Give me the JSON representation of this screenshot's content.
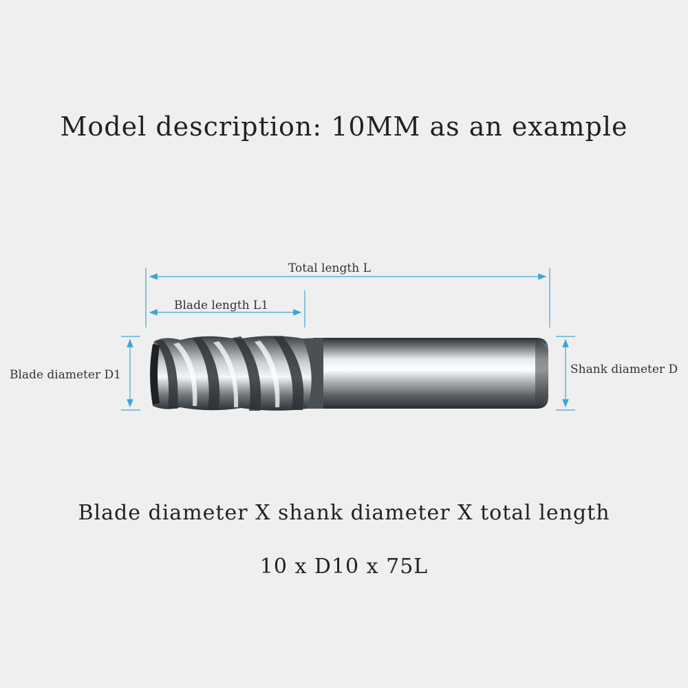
{
  "header": {
    "title": "Model description: 10MM as an example"
  },
  "diagram": {
    "labels": {
      "total_length": "Total length L",
      "blade_length": "Blade length L1",
      "blade_diameter": "Blade diameter D1",
      "shank_diameter": "Shank diameter D"
    },
    "colors": {
      "dimension_line": "#3aa6d8",
      "background": "#efefef"
    },
    "icons": [
      "end-mill-tool",
      "dimension-arrow"
    ]
  },
  "formula": {
    "description": "Blade diameter X shank diameter X total length",
    "example": "10 x D10 x 75L"
  }
}
